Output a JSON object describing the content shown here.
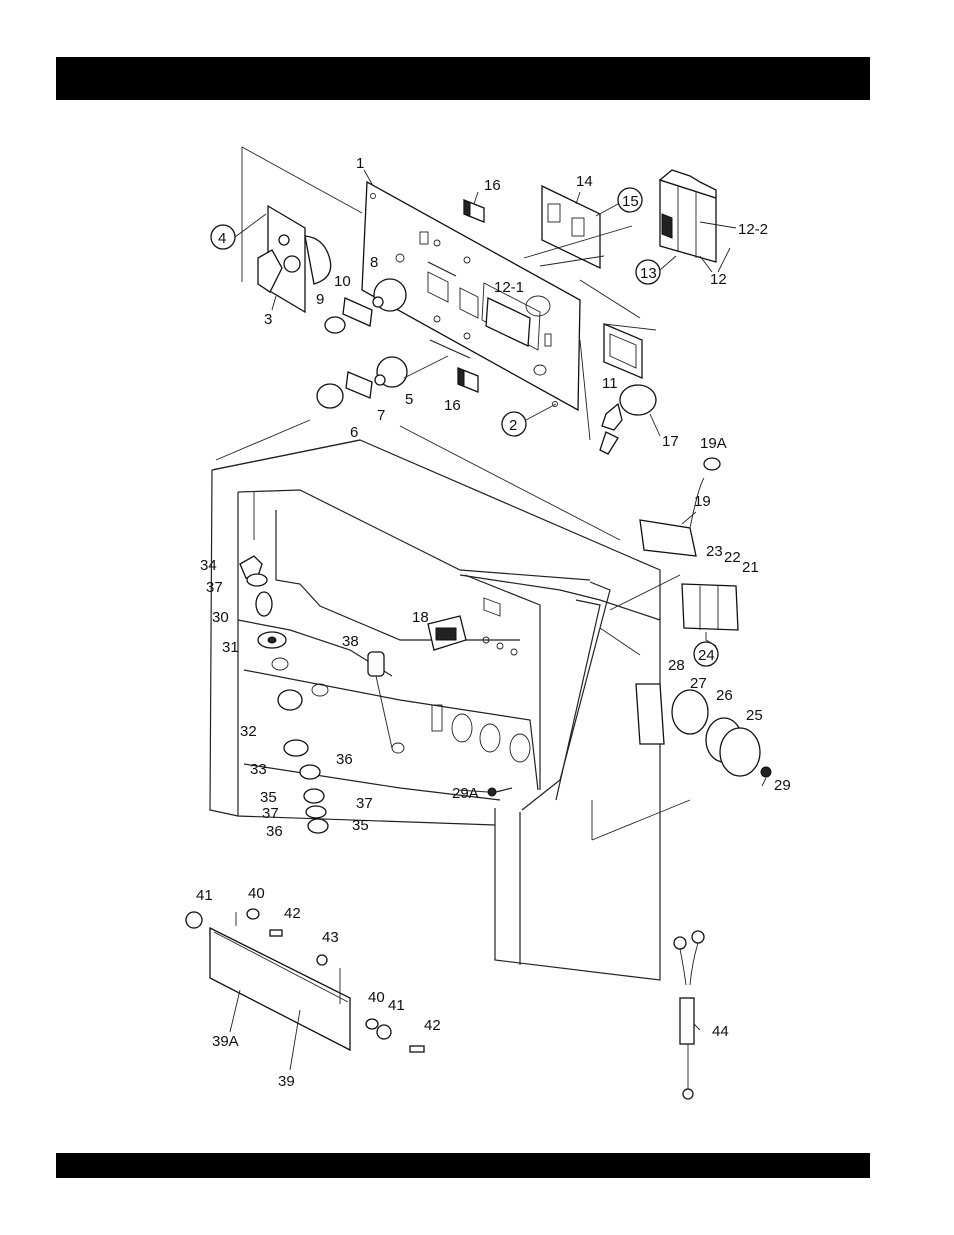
{
  "header": {
    "title": ""
  },
  "footer": {
    "text": ""
  },
  "callouts": [
    {
      "id": "c1",
      "label": "1"
    },
    {
      "id": "c2",
      "label": "2"
    },
    {
      "id": "c3",
      "label": "3"
    },
    {
      "id": "c4",
      "label": "4"
    },
    {
      "id": "c5",
      "label": "5"
    },
    {
      "id": "c6",
      "label": "6"
    },
    {
      "id": "c7",
      "label": "7"
    },
    {
      "id": "c8",
      "label": "8"
    },
    {
      "id": "c9",
      "label": "9"
    },
    {
      "id": "c10",
      "label": "10"
    },
    {
      "id": "c11",
      "label": "11"
    },
    {
      "id": "c12",
      "label": "12"
    },
    {
      "id": "c12-1",
      "label": "12-1"
    },
    {
      "id": "c12-2",
      "label": "12-2"
    },
    {
      "id": "c13",
      "label": "13"
    },
    {
      "id": "c14",
      "label": "14"
    },
    {
      "id": "c15",
      "label": "15"
    },
    {
      "id": "c16a",
      "label": "16"
    },
    {
      "id": "c16b",
      "label": "16"
    },
    {
      "id": "c17",
      "label": "17"
    },
    {
      "id": "c18",
      "label": "18"
    },
    {
      "id": "c19",
      "label": "19"
    },
    {
      "id": "c19a",
      "label": "19A"
    },
    {
      "id": "c21",
      "label": "21"
    },
    {
      "id": "c22",
      "label": "22"
    },
    {
      "id": "c23",
      "label": "23"
    },
    {
      "id": "c24",
      "label": "24"
    },
    {
      "id": "c25",
      "label": "25"
    },
    {
      "id": "c26",
      "label": "26"
    },
    {
      "id": "c27",
      "label": "27"
    },
    {
      "id": "c28",
      "label": "28"
    },
    {
      "id": "c29",
      "label": "29"
    },
    {
      "id": "c29a",
      "label": "29A"
    },
    {
      "id": "c30",
      "label": "30"
    },
    {
      "id": "c31",
      "label": "31"
    },
    {
      "id": "c32",
      "label": "32"
    },
    {
      "id": "c33",
      "label": "33"
    },
    {
      "id": "c34",
      "label": "34"
    },
    {
      "id": "c35a",
      "label": "35"
    },
    {
      "id": "c35b",
      "label": "35"
    },
    {
      "id": "c36a",
      "label": "36"
    },
    {
      "id": "c36b",
      "label": "36"
    },
    {
      "id": "c37a",
      "label": "37"
    },
    {
      "id": "c37b",
      "label": "37"
    },
    {
      "id": "c37c",
      "label": "37"
    },
    {
      "id": "c38",
      "label": "38"
    },
    {
      "id": "c39",
      "label": "39"
    },
    {
      "id": "c39a",
      "label": "39A"
    },
    {
      "id": "c40a",
      "label": "40"
    },
    {
      "id": "c40b",
      "label": "40"
    },
    {
      "id": "c41a",
      "label": "41"
    },
    {
      "id": "c41b",
      "label": "41"
    },
    {
      "id": "c42a",
      "label": "42"
    },
    {
      "id": "c42b",
      "label": "42"
    },
    {
      "id": "c43",
      "label": "43"
    },
    {
      "id": "c44",
      "label": "44"
    }
  ]
}
